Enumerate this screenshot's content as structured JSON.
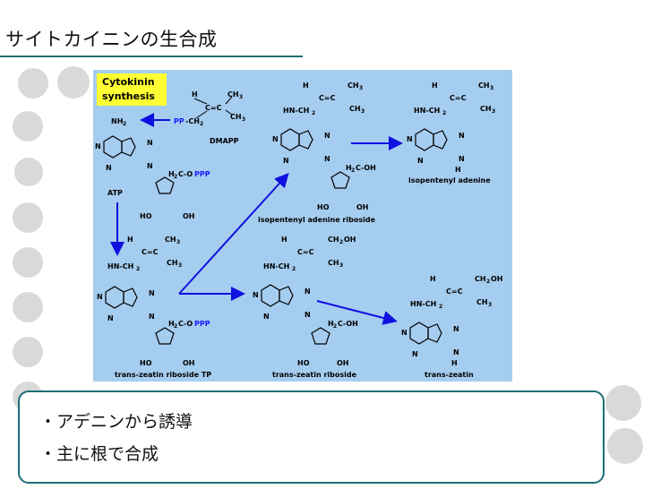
{
  "slide": {
    "title": "サイトカイニンの生合成",
    "bullets": [
      "・アデニンから誘導",
      "・主に根で合成"
    ]
  },
  "figure": {
    "heading_line1": "Cytokinin",
    "heading_line2": "synthesis",
    "labels": {
      "dmapp": "DMAPP",
      "atp": "ATP",
      "ipr": "isopentenyl adenine riboside",
      "ip": "isopentenyl adenine",
      "tzrtp": "trans-zeatin riboside TP",
      "tzr": "trans-zeatin riboside",
      "tz": "trans-zeatin"
    },
    "colors": {
      "background": "#a5cdef",
      "heading_box": "#ffff33",
      "arrow": "#1010e0",
      "phosphate": "#1a1aff"
    }
  }
}
